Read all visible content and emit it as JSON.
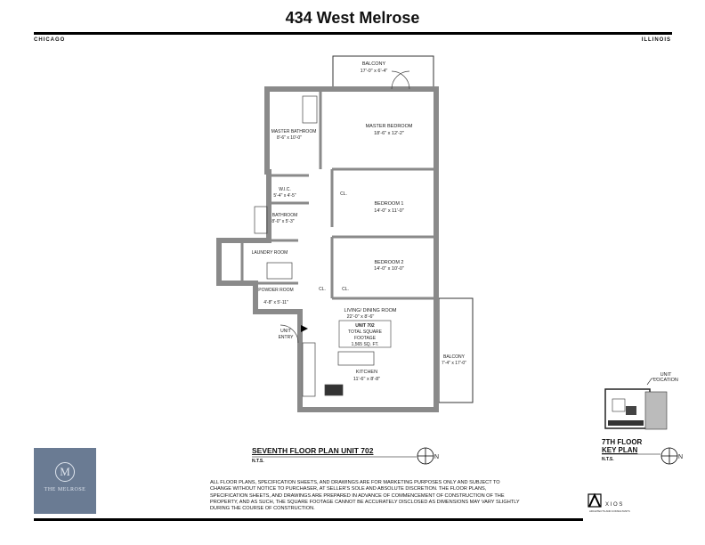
{
  "header": {
    "title": "434 West Melrose",
    "city": "CHICAGO",
    "state": "ILLINOIS"
  },
  "rooms": {
    "balcony_top": {
      "name": "BALCONY",
      "dims": "17'-0\" x 6'-4\""
    },
    "master_bedroom": {
      "name": "MASTER BEDROOM",
      "dims": "18'-6\" x 12'-2\""
    },
    "master_bathroom": {
      "name": "MASTER BATHROOM",
      "dims": "8'-6\" x 10'-0\""
    },
    "wic": {
      "name": "W.I.C.",
      "dims": "5'-4\" x 4'-5\""
    },
    "bathroom": {
      "name": "BATHROOM",
      "dims": "8'-0\" x 5'-3\""
    },
    "laundry": {
      "name": "LAUNDRY ROOM"
    },
    "powder": {
      "name": "POWDER ROOM",
      "dims": "4'-8\" x 5'-11\""
    },
    "bedroom1": {
      "name": "BEDROOM 1",
      "dims": "14'-0\" x 11'-0\""
    },
    "bedroom2": {
      "name": "BEDROOM 2",
      "dims": "14'-0\" x 10'-0\""
    },
    "closet": "CL.",
    "living": {
      "name": "LIVING/ DINING ROOM",
      "dims": "22'-0\" x 8'-6\""
    },
    "kitchen": {
      "name": "KITCHEN",
      "dims": "11'-6\" x 8'-8\""
    },
    "balcony_side": {
      "name": "BALCONY",
      "dims": "7'-4\" x 17'-0\""
    },
    "entry": [
      "UNIT",
      "ENTRY"
    ]
  },
  "unit_box": {
    "unit": "UNIT 702",
    "lines": [
      "TOTAL SQUARE",
      "FOOTAGE",
      "1,565 SQ. FT."
    ]
  },
  "plan": {
    "title": "SEVENTH FLOOR PLAN UNIT 702",
    "scale": "N.T.S.",
    "north": "N"
  },
  "key_plan": {
    "title1": "7TH FLOOR",
    "title2": "KEY PLAN",
    "scale": "N.T.S.",
    "north": "N",
    "callout": [
      "UNIT",
      "LOCATION"
    ]
  },
  "logo": {
    "letter": "M",
    "name": "THE MELROSE",
    "color": "#6a7b93"
  },
  "disclaimer": "ALL FLOOR PLANS, SPECIFICATION SHEETS, AND DRAWINGS ARE FOR MARKETING PURPOSES ONLY AND SUBJECT TO CHANGE WITHOUT NOTICE TO PURCHASER, AT SELLER'S SOLE AND ABSOLUTE DISCRETION.  THE FLOOR PLANS, SPECIFICATION SHEETS, AND DRAWINGS ARE PREPARED IN ADVANCE OF COMMENCEMENT OF CONSTRUCTION OF THE PROPERTY, AND AS SUCH, THE SQUARE FOOTAGE CANNOT BE ACCURATELY DISCLOSED AS DIMENSIONS MAY VARY SLIGHTLY DURING THE COURSE OF CONSTRUCTION.",
  "architect": {
    "name": "X I O S",
    "tagline": "ARCHITECTS AND CONSULTANTS"
  }
}
